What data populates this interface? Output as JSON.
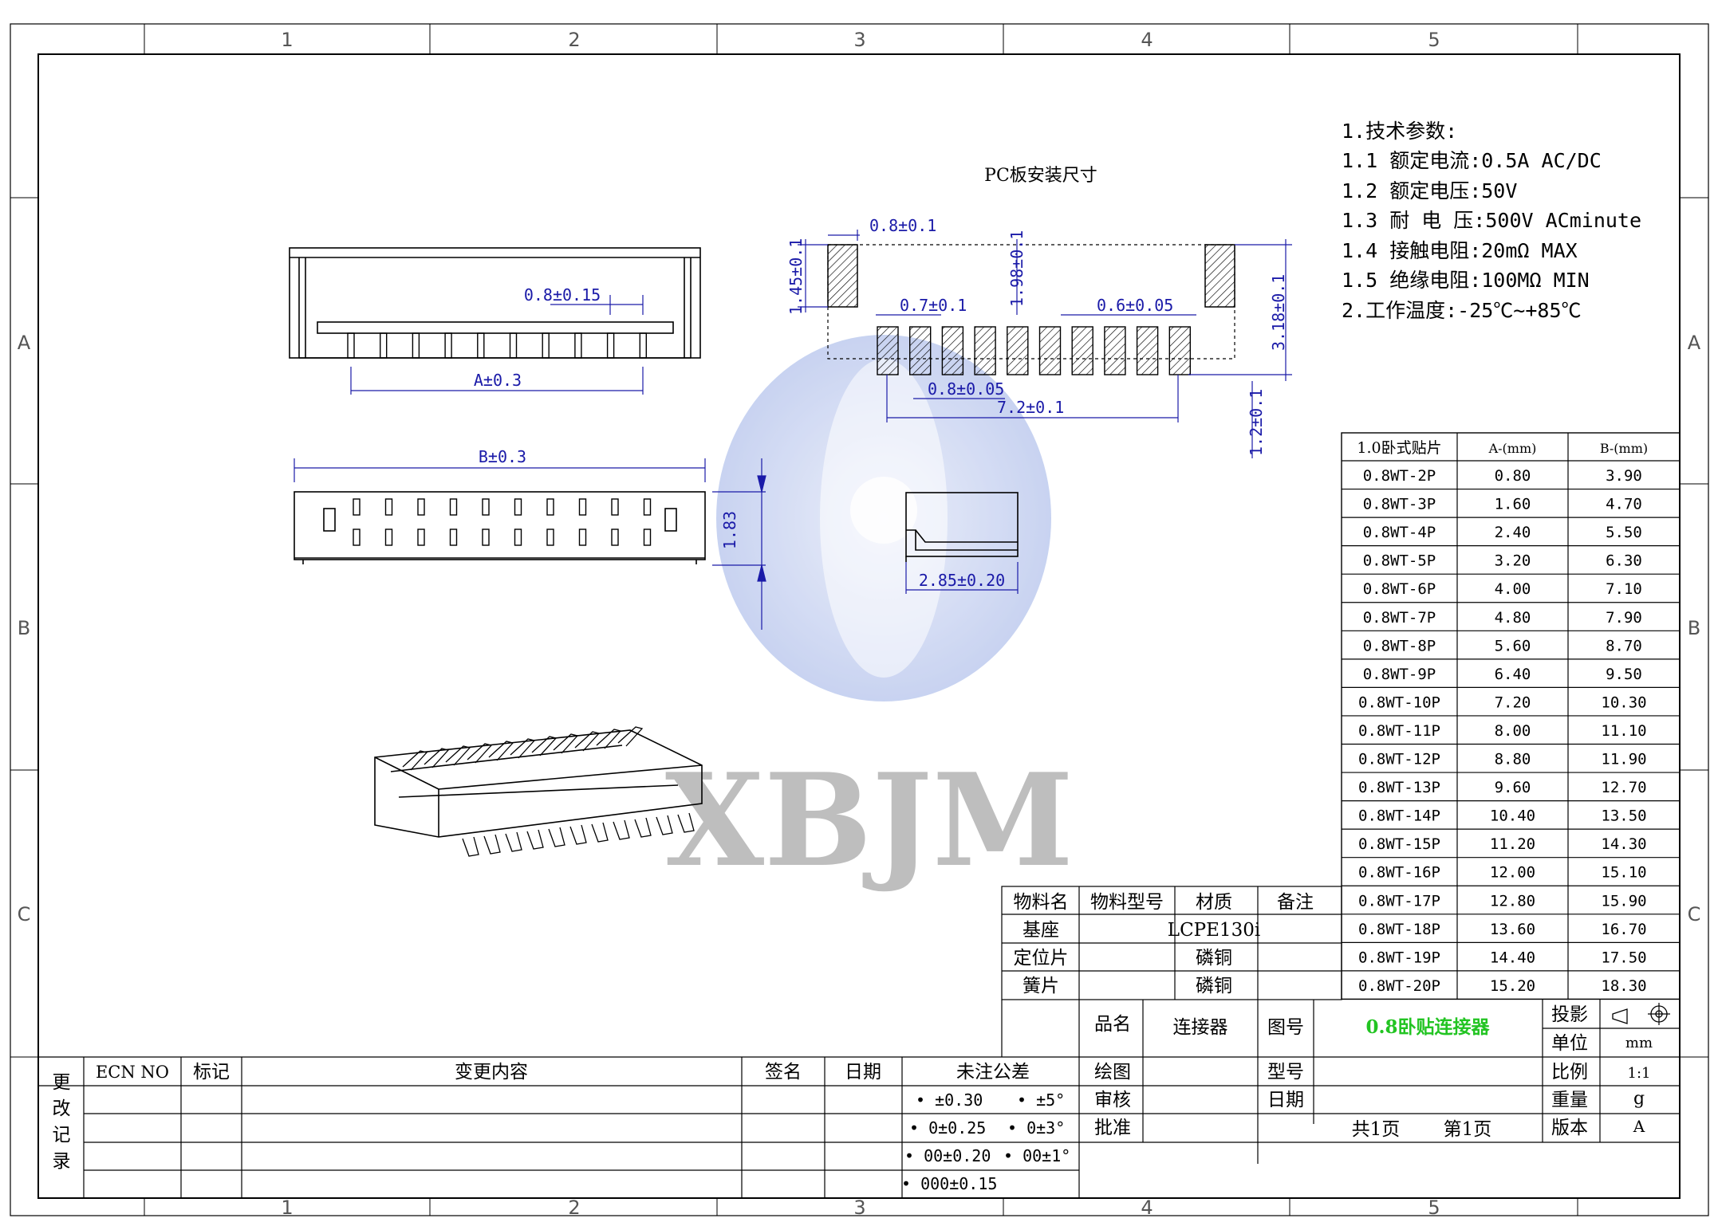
{
  "frame": {
    "columns": [
      "1",
      "2",
      "3",
      "4",
      "5"
    ],
    "rows": [
      "A",
      "B",
      "C"
    ]
  },
  "specs": {
    "lines": [
      "1.技术参数:",
      "1.1 额定电流:0.5A AC/DC",
      "1.2 额定电压:50V",
      "1.3 耐 电 压:500V ACminute",
      "1.4 接触电阻:20mΩ MAX",
      "1.5 绝缘电阻:100MΩ MIN",
      "2.工作温度:-25℃~+85℃"
    ]
  },
  "drawing": {
    "pcb_title": "PC板安装尺寸",
    "watermark": "XBJM",
    "dims": {
      "pitch_top": "0.8±0.15",
      "a": "A±0.3",
      "b": "B±0.3",
      "height": "1.83",
      "pcb_0_8": "0.8±0.1",
      "pcb_1_45": "1.45±0.1",
      "pcb_1_98": "1.98±0.1",
      "pcb_0_7": "0.7±0.1",
      "pcb_0_6": "0.6±0.05",
      "pcb_3_18": "3.18±0.1",
      "pcb_0_8b": "0.8±0.05",
      "pcb_7_2": "7.2±0.1",
      "pcb_1_2": "1.2±0.1",
      "side_2_85": "2.85±0.20"
    }
  },
  "size_table": {
    "headers": [
      "1.0卧式贴片",
      "A-(mm)",
      "B-(mm)"
    ],
    "rows": [
      [
        "0.8WT-2P",
        "0.80",
        "3.90"
      ],
      [
        "0.8WT-3P",
        "1.60",
        "4.70"
      ],
      [
        "0.8WT-4P",
        "2.40",
        "5.50"
      ],
      [
        "0.8WT-5P",
        "3.20",
        "6.30"
      ],
      [
        "0.8WT-6P",
        "4.00",
        "7.10"
      ],
      [
        "0.8WT-7P",
        "4.80",
        "7.90"
      ],
      [
        "0.8WT-8P",
        "5.60",
        "8.70"
      ],
      [
        "0.8WT-9P",
        "6.40",
        "9.50"
      ],
      [
        "0.8WT-10P",
        "7.20",
        "10.30"
      ],
      [
        "0.8WT-11P",
        "8.00",
        "11.10"
      ],
      [
        "0.8WT-12P",
        "8.80",
        "11.90"
      ],
      [
        "0.8WT-13P",
        "9.60",
        "12.70"
      ],
      [
        "0.8WT-14P",
        "10.40",
        "13.50"
      ],
      [
        "0.8WT-15P",
        "11.20",
        "14.30"
      ],
      [
        "0.8WT-16P",
        "12.00",
        "15.10"
      ],
      [
        "0.8WT-17P",
        "12.80",
        "15.90"
      ],
      [
        "0.8WT-18P",
        "13.60",
        "16.70"
      ],
      [
        "0.8WT-19P",
        "14.40",
        "17.50"
      ],
      [
        "0.8WT-20P",
        "15.20",
        "18.30"
      ]
    ]
  },
  "material_table": {
    "headers": [
      "物料名",
      "物料型号",
      "材质",
      "备注"
    ],
    "rows": [
      [
        "基座",
        "",
        "LCPE130i",
        ""
      ],
      [
        "定位片",
        "",
        "磷铜",
        ""
      ],
      [
        "簧片",
        "",
        "磷铜",
        ""
      ]
    ]
  },
  "title_block": {
    "name_label": "品名",
    "name_value": "连接器",
    "drawing_no_label": "图号",
    "drawing_no_value": "0.8卧贴连接器",
    "projection_label": "投影",
    "unit_label": "单位",
    "unit_value": "mm",
    "draw_label": "绘图",
    "model_label": "型号",
    "scale_label": "比例",
    "scale_value": "1:1",
    "check_label": "审核",
    "date_label": "日期",
    "weight_label": "重量",
    "weight_value": "g",
    "approve_label": "批准",
    "pages": "共1页",
    "page": "第1页",
    "version_label": "版本",
    "version_value": "A"
  },
  "change_block": {
    "side_label": [
      "更",
      "改",
      "记",
      "录"
    ],
    "headers": [
      "ECN NO",
      "标记",
      "变更内容",
      "签名",
      "日期",
      "未注公差"
    ],
    "tolerances": [
      [
        "• ±0.30",
        "• ±5°"
      ],
      [
        "• 0±0.25",
        "• 0±3°"
      ],
      [
        "• 00±0.20",
        "• 00±1°"
      ],
      [
        "• 000±0.15",
        ""
      ]
    ]
  },
  "colors": {
    "dim_blue": "#1a1aa8",
    "watermark_blue": "#c8d2ef",
    "green": "#22c422"
  }
}
